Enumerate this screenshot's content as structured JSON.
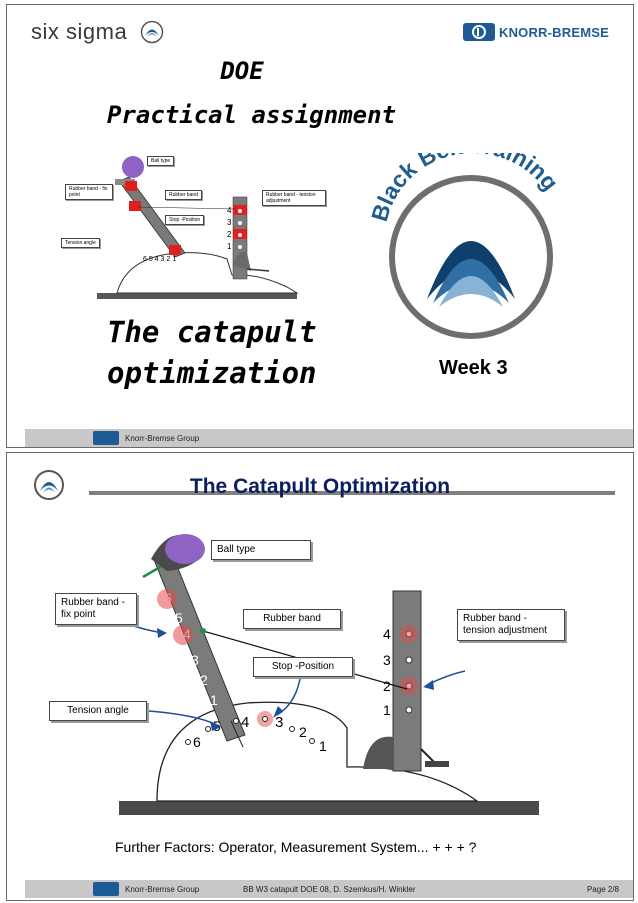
{
  "slide1": {
    "brand_left": "six sigma",
    "brand_right": "KNORR-BREMSE",
    "title_line1": "DOE",
    "title_line2": "Practical assignment",
    "headline_line1": "The catapult",
    "headline_line2": "optimization",
    "week": "Week 3",
    "badge_text": "Black Belt Training",
    "footer": "Knorr-Bremse Group",
    "diagram_labels": {
      "ball_type": "Ball type",
      "rubber_fix": "Rubber band - fix point",
      "rubber_band": "Rubber band",
      "rubber_tension": "Rubber band - tension adjustment",
      "stop_position": "Stop -Position",
      "tension_angle": "Tension angle"
    }
  },
  "slide2": {
    "title": "The Catapult Optimization",
    "labels": {
      "ball_type": "Ball type",
      "rubber_fix_1": "Rubber band -",
      "rubber_fix_2": "fix point",
      "rubber_band": "Rubber band",
      "rubber_tension_1": "Rubber band -",
      "rubber_tension_2": "tension adjustment",
      "stop_position": "Stop -Position",
      "tension_angle": "Tension angle"
    },
    "arm_numbers": [
      "6",
      "5",
      "4",
      "3",
      "2",
      "1"
    ],
    "post_numbers": [
      "4",
      "3",
      "2",
      "1"
    ],
    "arc_numbers": [
      "6",
      "5",
      "4",
      "3",
      "2",
      "1"
    ],
    "further_factors": "Further Factors: Operator, Measurement System... + + + ?",
    "footer_left": "Knorr-Bremse Group",
    "footer_center": "BB W3 catapult DOE 08, D. Szemkus/H. Winkler",
    "footer_right": "Page 2/8"
  },
  "colors": {
    "navy": "#0b1e5e",
    "kb_blue": "#1e5a96",
    "badge_blue": "#1f5d8c",
    "ball_purple": "#8e63c4",
    "marker_red": "#e11e1e",
    "highlight_red": "#e34a4a"
  }
}
